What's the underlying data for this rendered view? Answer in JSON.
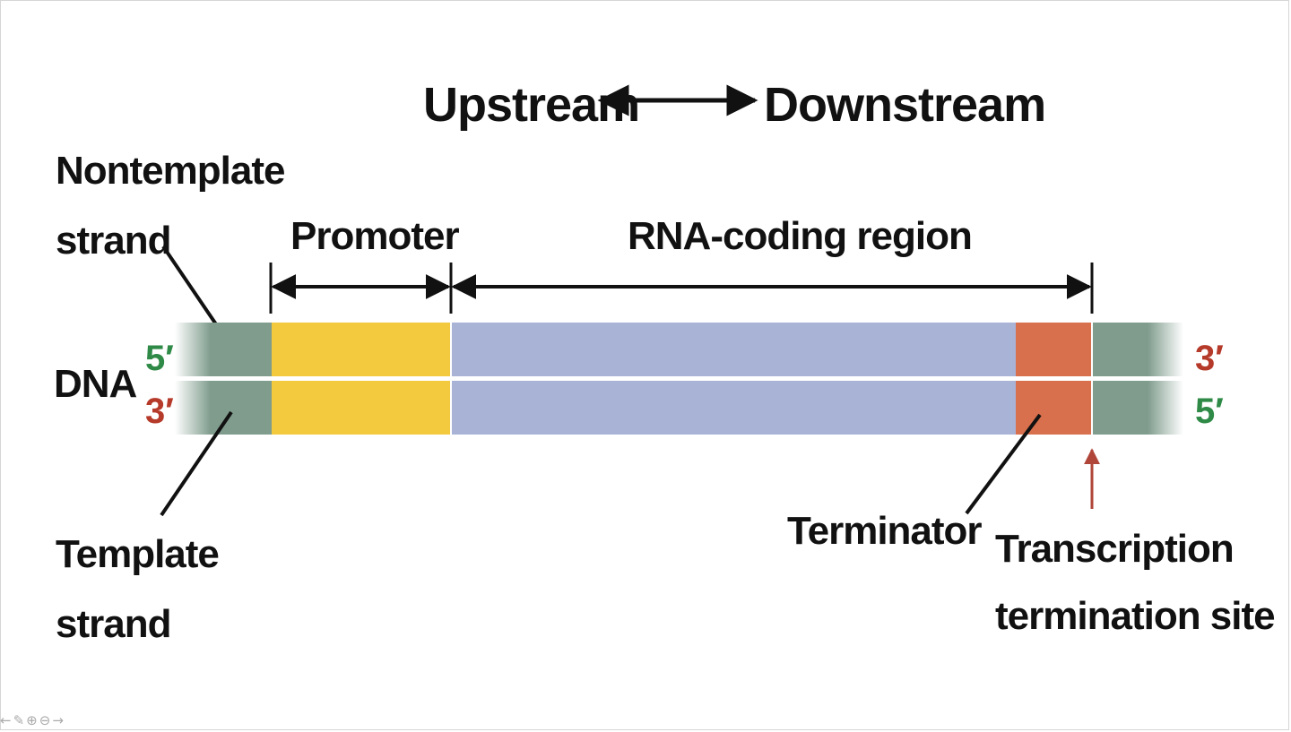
{
  "direction": {
    "upstream": "Upstream",
    "downstream": "Downstream"
  },
  "strands": {
    "nontemplate_line1": "Nontemplate",
    "nontemplate_line2": "strand",
    "template_line1": "Template",
    "template_line2": "strand",
    "dna": "DNA",
    "top_left_end": "5′",
    "bottom_left_end": "3′",
    "top_right_end": "3′",
    "bottom_right_end": "5′"
  },
  "regions": {
    "promoter": "Promoter",
    "rna_coding": "RNA-coding region",
    "terminator": "Terminator",
    "termination_site_line1": "Transcription",
    "termination_site_line2": "termination site"
  },
  "colors": {
    "flank": "#7f9c8d",
    "promoter": "#f3c93e",
    "coding": "#a8b3d6",
    "terminator": "#d9704d",
    "five_prime": "#2e8a46",
    "three_prime": "#b53a2a",
    "arrow": "#111111",
    "site_arrow": "#b0463a"
  },
  "nav": {
    "prev_icon": "back-arrow-icon",
    "pen_icon": "pen-icon",
    "zoom_in_icon": "zoom-in-icon",
    "zoom_out_icon": "zoom-out-icon",
    "next_icon": "forward-arrow-icon"
  }
}
